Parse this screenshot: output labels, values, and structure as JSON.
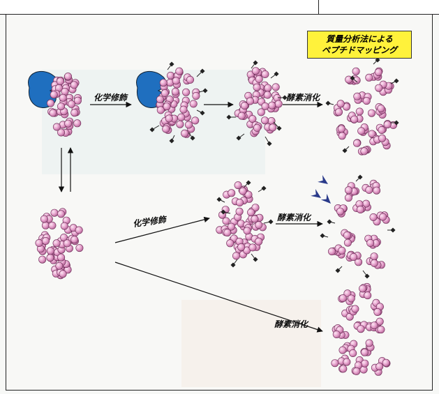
{
  "title_box": {
    "line1": "質量分析法による",
    "line2": "ペプチドマッピング"
  },
  "labels": {
    "chem_mod_top": "化学修飾",
    "chem_mod_mid": "化学修飾",
    "enzyme_top": "酵素消化",
    "enzyme_mid": "酵素消化",
    "enzyme_bottom": "酵素消化"
  },
  "colors": {
    "bead": "#e8a6cf",
    "bead_stroke": "#6b2a55",
    "enzyme": "#1f6fbf",
    "marker": "#222222",
    "arrowhead": "#2a3a8a",
    "title_bg": "#fff23b"
  }
}
